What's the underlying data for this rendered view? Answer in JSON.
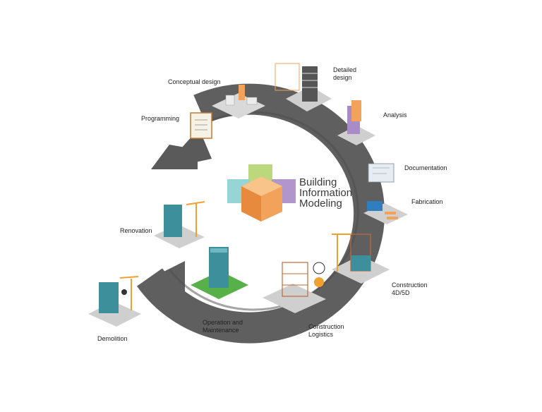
{
  "center": {
    "title": "Building\nInformation\nModeling"
  },
  "stages": [
    {
      "id": "conceptual-design",
      "label": "Conceptual design"
    },
    {
      "id": "detailed-design",
      "label": "Detailed\ndesign"
    },
    {
      "id": "analysis",
      "label": "Analysis"
    },
    {
      "id": "documentation",
      "label": "Documentation"
    },
    {
      "id": "fabrication",
      "label": "Fabrication"
    },
    {
      "id": "construction-4d-5d",
      "label": "Construction\n4D/5D"
    },
    {
      "id": "construction-logistics",
      "label": "Construction\nLogistics"
    },
    {
      "id": "operation-maintenance",
      "label": "Operation and\nMaintenance"
    },
    {
      "id": "demolition",
      "label": "Demolition"
    },
    {
      "id": "renovation",
      "label": "Renovation"
    },
    {
      "id": "programming",
      "label": "Programming"
    }
  ],
  "colors": {
    "ring": "#5f5f5f",
    "ring_dark": "#4c4c4c",
    "cube_orange": "#f2a25a",
    "cube_teal": "#8fd3d3",
    "cube_green": "#b5d46e",
    "cube_purple": "#a98bc7",
    "building_teal": "#3d8f9b",
    "crane_orange": "#f0a030",
    "grass": "#58b048"
  }
}
